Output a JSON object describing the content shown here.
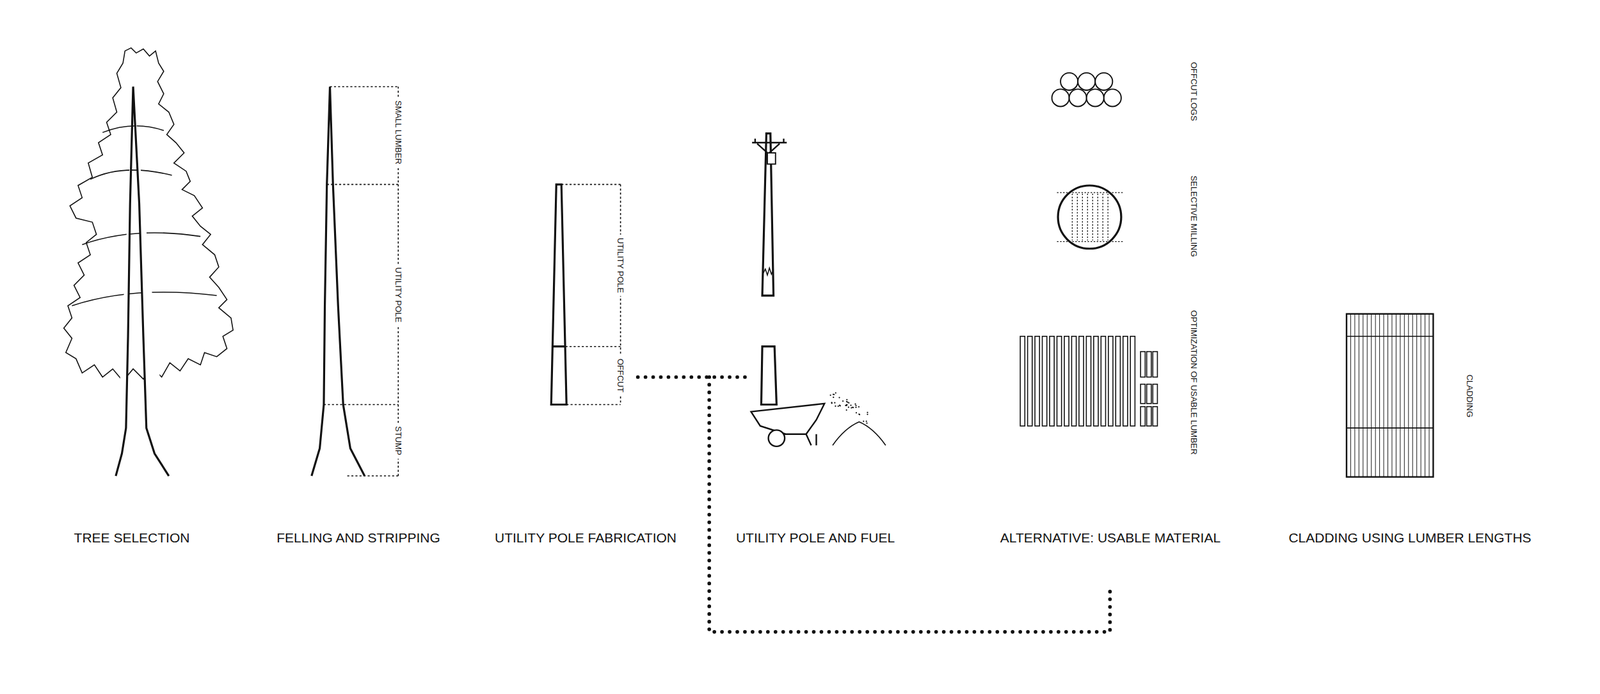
{
  "diagram": {
    "labels": [
      "TREE SELECTION",
      "SMALL LUMBER",
      "UTILITY POLE",
      "STUMP",
      "FELLING AND STRIPPING",
      "UTILITY POLE",
      "OFFCUT",
      "UTILITY POLE FABRICATION",
      "UTILITY POLE AND FUEL",
      "OFFCUT LOGS",
      "SELECTIVE MILLING",
      "OPTIMIZATION OF USABLE LUMBER",
      "ALTERNATIVE: USABLE MATERIAL",
      "CLADDING",
      "CLADDING USING LUMBER LENGTHS"
    ]
  }
}
